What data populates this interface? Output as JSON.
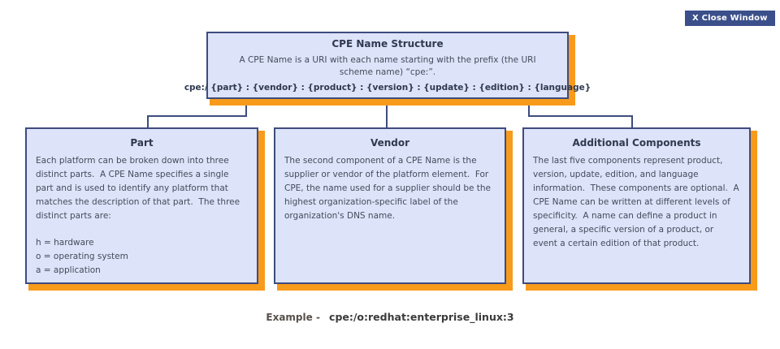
{
  "window": {
    "close_button_label": "X Close Window"
  },
  "diagram": {
    "root": {
      "title": "CPE Name Structure",
      "description": "A CPE Name is a URI with each name starting with the prefix (the URI scheme name) “cpe:”.",
      "formula": "cpe:/ {part} : {vendor} : {product} : {version} : {update} : {edition} : {language}"
    },
    "boxes": [
      {
        "title": "Part",
        "paragraph": "Each platform can be broken down into three distinct parts.  A CPE Name specifies a single part and is used to identify any platform that matches the description of that part.  The three distinct parts are:",
        "list": [
          "h = hardware",
          "o = operating system",
          "a = application"
        ]
      },
      {
        "title": "Vendor",
        "paragraph": "The second component of a CPE Name is the supplier or vendor of the platform element.  For CPE, the name used for a supplier should be the highest organization-specific label of the organization's DNS name."
      },
      {
        "title": "Additional Components",
        "paragraph": "The last five components represent product, version, update, edition, and language information.  These components are optional.  A CPE Name can be written at different levels of specificity.  A name can define a product in general, a specific version of a product, or event a certain edition of that product."
      }
    ],
    "example": {
      "label": "Example -",
      "value": "cpe:/o:redhat:enterprise_linux:3"
    }
  },
  "colors": {
    "box_fill": "#dde3f8",
    "box_border": "#3e4c7e",
    "drop_shadow": "#f89b1b",
    "close_button_bg": "#3b4f8a",
    "body_text": "#454b5e",
    "title_text": "#2f3950",
    "example_label": "#57504a",
    "example_value": "#3b3b3b"
  }
}
